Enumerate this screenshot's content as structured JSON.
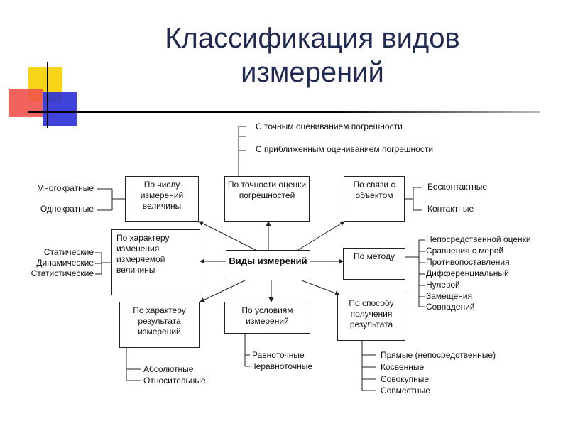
{
  "title": "Классификация видов измерений",
  "center": "Виды измерений",
  "boxes": {
    "count": "По числу измерений величины",
    "accuracy": "По точности оценки погрешностей",
    "relation": "По связи с объектом",
    "nature_change": "По характеру изменения измеряемой величины",
    "method": "По методу",
    "nature_result": "По характеру результата измерений",
    "conditions": "По условиям измерений",
    "obtain": "По способу получения результата"
  },
  "leaves": {
    "accuracy": [
      "С точным оцениванием погрешности",
      "С приближенным оцениванием погрешности"
    ],
    "count": [
      "Многократные",
      "Однократные"
    ],
    "relation": [
      "Бесконтактные",
      "Контактные"
    ],
    "nature_change": [
      "Статические",
      "Динамические",
      "Статистические"
    ],
    "method": [
      "Непосредственной оценки",
      "Сравнения с мерой",
      "Противопоставления",
      "Дифференциальный",
      "Нулевой",
      "Замещения",
      "Совпадений"
    ],
    "nature_result": [
      "Абсолютные",
      "Относительные"
    ],
    "conditions": [
      "Равноточные",
      "Неравноточные"
    ],
    "obtain": [
      "Прямые (непосредственные)",
      "Косвенные",
      "Совокупные",
      "Совместные"
    ]
  }
}
